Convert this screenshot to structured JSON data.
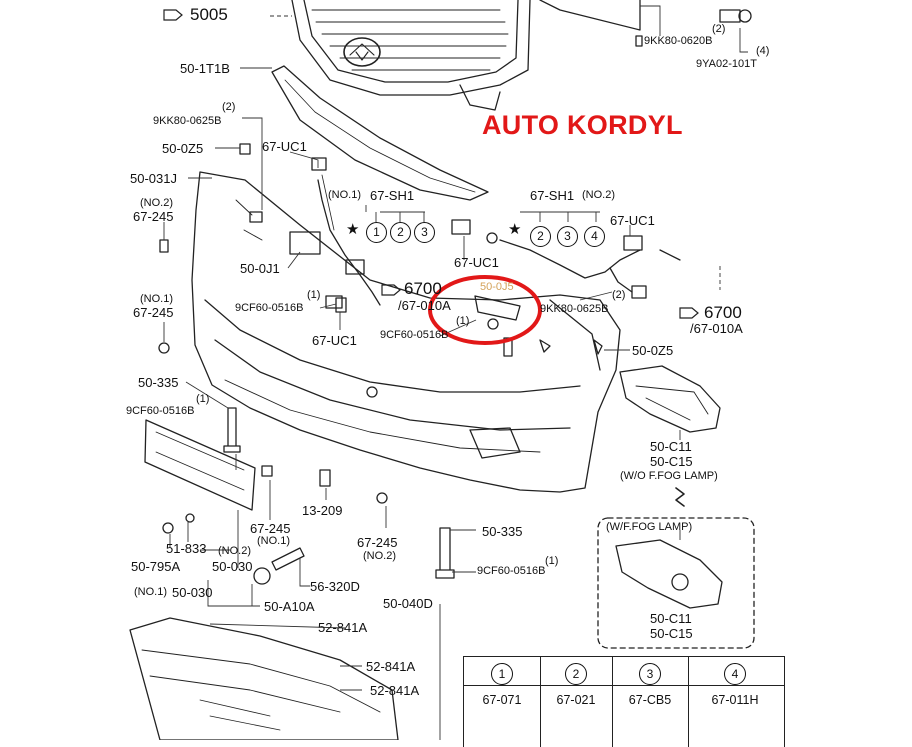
{
  "watermark": "AUTO KORDYL",
  "colors": {
    "line": "#222222",
    "highlight_circle": "#e21818",
    "watermark": "#e21818",
    "faded_label": "#d4a25a"
  },
  "labels": {
    "l_5005": "5005",
    "l_50_1T1B": "50-1T1B",
    "l_9KK80_0625B_top": "9KK80-0625B",
    "l_9KK80_0625B_top_qty": "(2)",
    "l_50_0Z5_left": "50-0Z5",
    "l_67_UC1_a": "67-UC1",
    "l_50_031J": "50-031J",
    "l_no2_a": "(NO.2)",
    "l_67_245_a": "67-245",
    "l_no1_sh1": "(NO.1)",
    "l_67_SH1_a": "67-SH1",
    "l_50_0J1": "50-0J1",
    "l_no1_b": "(NO.1)",
    "l_67_245_b": "67-245",
    "l_qty1_a": "(1)",
    "l_9CF60_0516B_a": "9CF60-0516B",
    "l_67_UC1_b": "67-UC1",
    "l_6700_a": "6700",
    "l_67_010A_a": "/67-010A",
    "l_9CF60_0516B_b": "9CF60-0516B",
    "l_qty1_b": "(1)",
    "l_50_0J5": "50-0J5",
    "l_67_UC1_c": "67-UC1",
    "l_67_SH1_b": "67-SH1",
    "l_no2_sh1": "(NO.2)",
    "l_67_UC1_d": "67-UC1",
    "l_9KK80_0625B_mid": "9KK80-0625B",
    "l_qty2_mid": "(2)",
    "l_6700_b": "6700",
    "l_67_010A_b": "/67-010A",
    "l_50_0Z5_right": "50-0Z5",
    "l_9KK80_0620B": "9KK80-0620B",
    "l_qty2_tr": "(2)",
    "l_qty4_tr": "(4)",
    "l_9YA02_101T": "9YA02-101T",
    "l_50_335_a": "50-335",
    "l_qty1_c": "(1)",
    "l_9CF60_0516B_c": "9CF60-0516B",
    "l_50_C11_a": "50-C11",
    "l_50_C15_a": "50-C15",
    "l_wo_fog": "(W/O F.FOG LAMP)",
    "l_67_245_c": "67-245",
    "l_no1_c": "(NO.1)",
    "l_13_209": "13-209",
    "l_67_245_d": "67-245",
    "l_no2_d": "(NO.2)",
    "l_50_335_b": "50-335",
    "l_w_fog": "(W/F.FOG LAMP)",
    "l_51_833": "51-833",
    "l_no2_e": "(NO.2)",
    "l_50_795A": "50-795A",
    "l_50_030_a": "50-030",
    "l_qty1_d": "(1)",
    "l_9CF60_0516B_d": "9CF60-0516B",
    "l_56_320D": "56-320D",
    "l_no1_f": "(NO.1)",
    "l_50_030_b": "50-030",
    "l_50_A10A": "50-A10A",
    "l_50_040D": "50-040D",
    "l_50_C11_b": "50-C11",
    "l_50_C15_b": "50-C15",
    "l_52_841A_a": "52-841A",
    "l_52_841A_b": "52-841A",
    "l_52_841A_c": "52-841A"
  },
  "callout_groups": {
    "sh1_no1": [
      "1",
      "2",
      "3"
    ],
    "sh1_no2": [
      "2",
      "3",
      "4"
    ]
  },
  "legend_table": [
    {
      "num": "1",
      "part": "67-071"
    },
    {
      "num": "2",
      "part": "67-021"
    },
    {
      "num": "3",
      "part": "67-CB5"
    },
    {
      "num": "4",
      "part": "67-011H"
    }
  ]
}
